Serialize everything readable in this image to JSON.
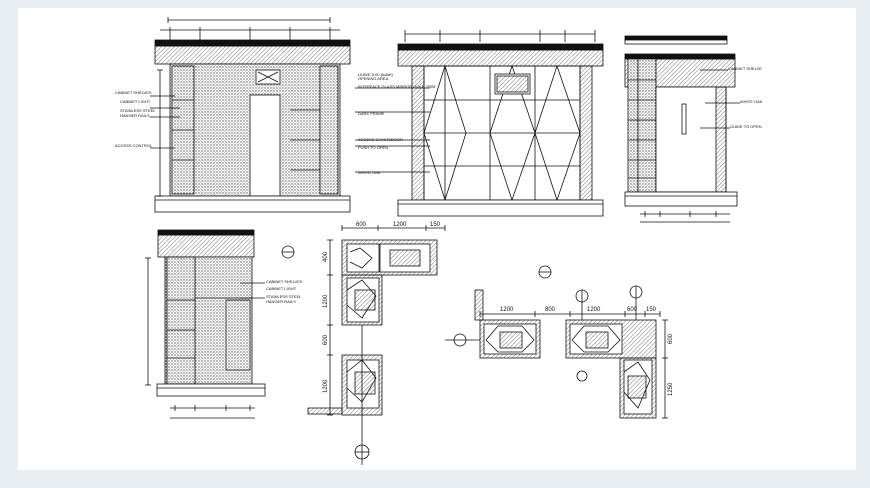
{
  "labels": {
    "cabinet_shelves": "CABINET SHELVES",
    "cabinet_light": "CABINET LIGHT",
    "stainless_steel": "STAINLESS STEEL",
    "hanger_rails": "HANGER RAILS",
    "access_control": "ACCESS CONTROL",
    "leave_gap": "LEAVE 5,00 (bullet)",
    "opening_area": "OPENING AREA",
    "interface_glass": "INTERFACE GLASS MIRROR GOLD TRIM",
    "dark_frame": "DARK FRAME",
    "access_cover": "ACCESS COVER/DOOR",
    "push_to_open": "PUSH TO OPEN",
    "white_oak": "WHITE OAK",
    "white_oak_short": "WHITE OAK",
    "guide_to_open": "GUIDE TO OPEN",
    "cabinet_shelve": "CABINET SHELVE"
  },
  "dimensions": {
    "d400": "400",
    "d600": "600",
    "d1200": "1200",
    "d150": "150",
    "d800": "800",
    "d1250": "1250"
  },
  "colors": {
    "ink": "#111111",
    "hatch": "#555555",
    "background": "#e9eef2",
    "sheet": "#ffffff"
  }
}
